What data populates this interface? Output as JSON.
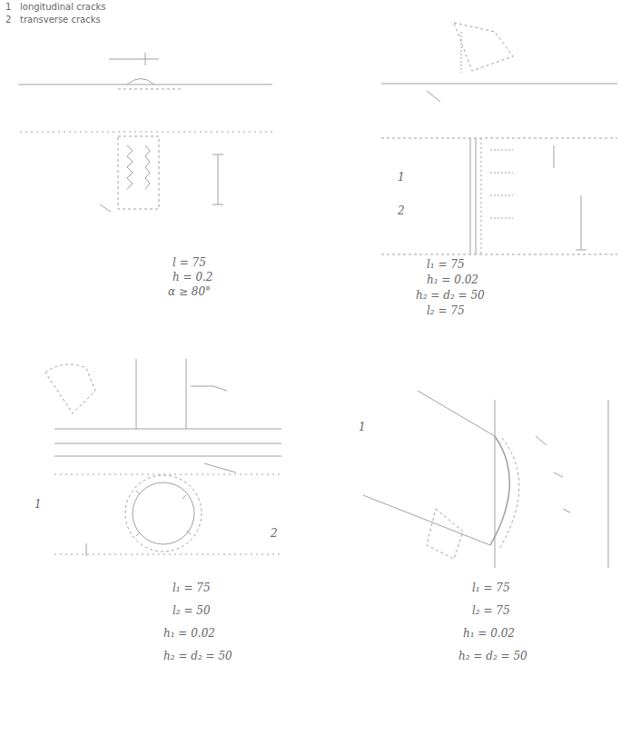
{
  "diagram": {
    "labels": [
      "1",
      "longitudinal cracks",
      "2",
      "transverse cracks",
      "l = 75",
      "h = 0.2",
      "α ≥ 80°",
      "l₁ = 75",
      "h₁ = 0.02",
      "h₂ = d₂ = 50",
      "l₂ = 75",
      "1",
      "2",
      "l₁ = 75",
      "l₂ = 50",
      "h₁ = 0.02",
      "h₂ = d₂ = 50",
      "1",
      "2",
      "l₁ = 75",
      "l₂ = 75",
      "h₁ = 0.02",
      "h₂ = d₂ = 50",
      "1"
    ]
  }
}
